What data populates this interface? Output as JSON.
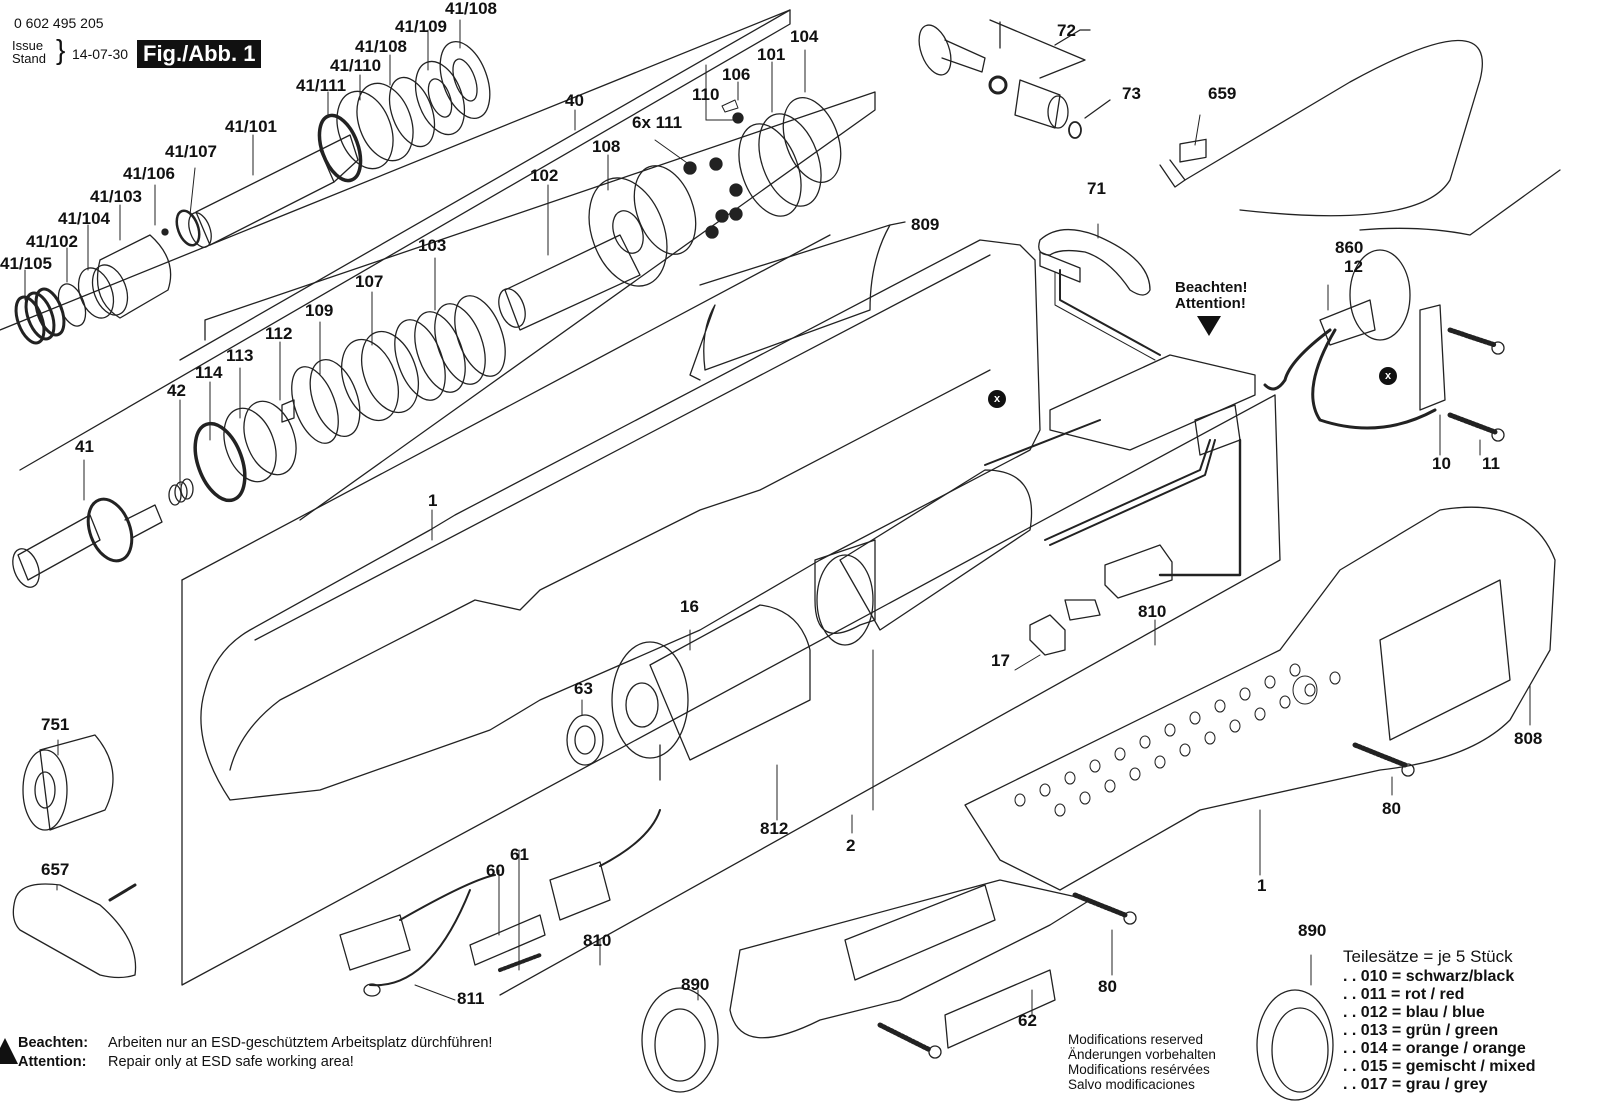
{
  "header": {
    "part_number": "0 602 495 205",
    "issue_label_en": "Issue",
    "issue_label_de": "Stand",
    "issue_date": "14-07-30",
    "figure_label": "Fig./Abb. 1"
  },
  "attention_marker": {
    "line1": "Beachten!",
    "line2": "Attention!"
  },
  "esd_notice": {
    "de_label": "Beachten:",
    "de_text": "Arbeiten nur an ESD-geschütztem Arbeitsplatz dürchführen!",
    "en_label": "Attention:",
    "en_text": "Repair only at ESD safe working area!"
  },
  "modifications": [
    "Modifications reserved",
    "Änderungen vorbehalten",
    "Modifications resérvées",
    "Salvo modificaciones"
  ],
  "part_kits": {
    "title": "Teilesätze = je 5 Stück",
    "items": [
      ". . 010 = schwarz/black",
      ". . 011 = rot / red",
      ". . 012 = blau / blue",
      ". . 013 = grün / green",
      ". . 014 = orange / orange",
      ". . 015 = gemischt / mixed",
      ". . 017 = grau / grey"
    ]
  },
  "marker_x": "x",
  "callouts": [
    {
      "id": "41/108",
      "text": "41/108"
    },
    {
      "id": "41/109",
      "text": "41/109"
    },
    {
      "id": "41/108b",
      "text": "41/108"
    },
    {
      "id": "41/110",
      "text": "41/110"
    },
    {
      "id": "41/111",
      "text": "41/111"
    },
    {
      "id": "41/101",
      "text": "41/101"
    },
    {
      "id": "41/107",
      "text": "41/107"
    },
    {
      "id": "41/106",
      "text": "41/106"
    },
    {
      "id": "41/103",
      "text": "41/103"
    },
    {
      "id": "41/104",
      "text": "41/104"
    },
    {
      "id": "41/102",
      "text": "41/102"
    },
    {
      "id": "41/105",
      "text": "41/105"
    },
    {
      "id": "40",
      "text": "40"
    },
    {
      "id": "102",
      "text": "102"
    },
    {
      "id": "108",
      "text": "108"
    },
    {
      "id": "6x111",
      "text": "6x 111"
    },
    {
      "id": "110",
      "text": "110"
    },
    {
      "id": "106",
      "text": "106"
    },
    {
      "id": "101",
      "text": "101"
    },
    {
      "id": "104",
      "text": "104"
    },
    {
      "id": "103",
      "text": "103"
    },
    {
      "id": "107",
      "text": "107"
    },
    {
      "id": "109",
      "text": "109"
    },
    {
      "id": "112",
      "text": "112"
    },
    {
      "id": "113",
      "text": "113"
    },
    {
      "id": "114",
      "text": "114"
    },
    {
      "id": "42",
      "text": "42"
    },
    {
      "id": "41",
      "text": "41"
    },
    {
      "id": "72",
      "text": "72"
    },
    {
      "id": "73",
      "text": "73"
    },
    {
      "id": "659",
      "text": "659"
    },
    {
      "id": "71",
      "text": "71"
    },
    {
      "id": "809",
      "text": "809"
    },
    {
      "id": "860",
      "text": "860"
    },
    {
      "id": "12",
      "text": "12"
    },
    {
      "id": "10",
      "text": "10"
    },
    {
      "id": "11",
      "text": "11"
    },
    {
      "id": "1a",
      "text": "1"
    },
    {
      "id": "16",
      "text": "16"
    },
    {
      "id": "63",
      "text": "63"
    },
    {
      "id": "17",
      "text": "17"
    },
    {
      "id": "810a",
      "text": "810"
    },
    {
      "id": "808",
      "text": "808"
    },
    {
      "id": "80a",
      "text": "80"
    },
    {
      "id": "751",
      "text": "751"
    },
    {
      "id": "657",
      "text": "657"
    },
    {
      "id": "812",
      "text": "812"
    },
    {
      "id": "2",
      "text": "2"
    },
    {
      "id": "1b",
      "text": "1"
    },
    {
      "id": "60",
      "text": "60"
    },
    {
      "id": "61",
      "text": "61"
    },
    {
      "id": "810b",
      "text": "810"
    },
    {
      "id": "811",
      "text": "811"
    },
    {
      "id": "890a",
      "text": "890"
    },
    {
      "id": "80b",
      "text": "80"
    },
    {
      "id": "62",
      "text": "62"
    },
    {
      "id": "890b",
      "text": "890"
    }
  ]
}
